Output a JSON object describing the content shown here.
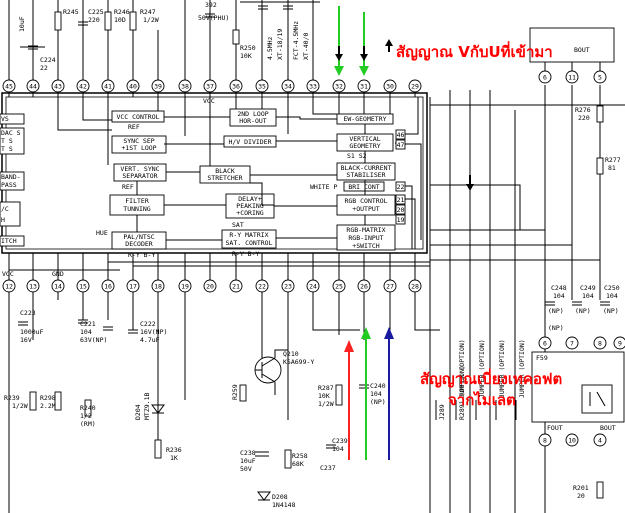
{
  "annotations": {
    "top_note": "สัญญาณ VกับUที่เข้ามา",
    "bottom_note_line1": "สัญญาณเบี่ยงเทคอฟต",
    "bottom_note_line2": "จากไมเลต"
  },
  "colors": {
    "line": "#000000",
    "note_red": "#ff0000",
    "arrow_green": "#22cc22",
    "arrow_red": "#ff2222",
    "arrow_blue": "#1a1aa0"
  },
  "ic_blocks": {
    "vcc_control": "VCC CONTROL",
    "two_loop": "2ND LOOP",
    "hor_out": "HOR-OUT",
    "ew_geometry": "EW-GEOMETRY",
    "sync_sep_1": "SYNC SEP",
    "sync_sep_2": "+1ST LOOP",
    "hv_divider": "H/V DIVIDER",
    "vertical_1": "VERTICAL",
    "vertical_2": "GEOMETRY",
    "vert_sync_1": "VERT. SYNC",
    "vert_sync_2": "SEPARATOR",
    "black_stretcher_1": "BLACK",
    "black_stretcher_2": "STRETCHER",
    "black_current_1": "BLACK-CURRENT",
    "black_current_2": "STABILISER",
    "white_p": "WHITE P",
    "bri_cont": "BRI CONT",
    "filter_1": "FILTER",
    "filter_2": "TUNNING",
    "delay_1": "DELAY+",
    "delay_2": "PEAKING",
    "delay_3": "+CORING",
    "rgb_control_1": "RGB CONTROL",
    "rgb_control_2": "+OUTPUT",
    "pal_ntsc_1": "PAL/NTSC",
    "pal_ntsc_2": "DECODER",
    "ymatrix_1": "R-Y MATRIX",
    "ymatrix_2": "SAT. CONTROL",
    "rgb_matrix_1": "RGB-MATRIX",
    "rgb_matrix_2": "RGB-INPUT",
    "rgb_matrix_3": "+SWITCH",
    "label_vcc": "VCC",
    "label_ref": "REF",
    "label_ref2": "REF",
    "label_sat": "SAT",
    "label_hue": "HUE",
    "label_s1_s2": "S1 S2",
    "label_ry_by_bot": "R-Y  B-Y",
    "label_ry_by_bot2": "R-Y  B-Y",
    "label_vcc_left": "VCC",
    "label_gnd": "GND"
  },
  "left_blocks": [
    "VS",
    "DAC S",
    "T S",
    "T S",
    "BAND-",
    "PASS",
    "/C",
    "H",
    "ITCH"
  ],
  "top_pins": [
    "45",
    "44",
    "43",
    "42",
    "41",
    "40",
    "39",
    "38",
    "37",
    "36",
    "35",
    "34",
    "33",
    "32",
    "31",
    "30",
    "29"
  ],
  "bottom_pins": [
    "12",
    "13",
    "14",
    "15",
    "16",
    "17",
    "18",
    "19",
    "20",
    "21",
    "22",
    "23",
    "24",
    "25",
    "26",
    "27",
    "28"
  ],
  "rgb_side_pins": [
    "46",
    "47",
    "22",
    "21",
    "20",
    "19"
  ],
  "components_top": [
    {
      "ref": "R245",
      "value": ""
    },
    {
      "ref": "C225",
      "value": "220"
    },
    {
      "ref": "R246",
      "value": "10D"
    },
    {
      "ref": "R247",
      "value": "1/2W"
    },
    {
      "ref": "C224",
      "value": "22"
    },
    {
      "ref": "R250",
      "value": "10K"
    },
    {
      "ref": "",
      "value": "392"
    },
    {
      "ref": "",
      "value": "50V(PHU)"
    }
  ],
  "components_bottom": [
    {
      "ref": "C221",
      "value": "104"
    },
    {
      "ref": "C222",
      "value": "4.7uF"
    },
    {
      "ref": "D204",
      "value": "MTZ9.1B"
    },
    {
      "ref": "R236",
      "value": "1K"
    },
    {
      "ref": "Q210",
      "value": "KSA699-Y"
    },
    {
      "ref": "R287",
      "value": "10K"
    },
    {
      "ref": "C240",
      "value": "104"
    },
    {
      "ref": "C239",
      "value": "104"
    },
    {
      "ref": "C238",
      "value": "10uF"
    },
    {
      "ref": "R258",
      "value": "68K"
    },
    {
      "ref": "D208",
      "value": "1N4148"
    },
    {
      "ref": "R239",
      "value": "1/2W"
    },
    {
      "ref": "R298",
      "value": "2.2M"
    }
  ],
  "components_right": [
    {
      "ref": "R276",
      "value": "220"
    },
    {
      "ref": "R277",
      "value": "81"
    },
    {
      "ref": "C248",
      "value": "104"
    },
    {
      "ref": "C249",
      "value": "104"
    },
    {
      "ref": "C250",
      "value": "104"
    },
    {
      "ref": "R201",
      "value": "20"
    }
  ],
  "right_pins_top": [
    "6",
    "11",
    "5"
  ],
  "right_pins_mid": [
    "6",
    "7",
    "8",
    "9"
  ],
  "right_pins_bot": [
    "8",
    "10",
    "4"
  ],
  "jumpers": [
    "JUMPER (OPTION)",
    "JUMPER (OPTION)",
    "JUMPER (OPTION)",
    "JUMPER (OPTION)",
    "JUMPER (OPTION)"
  ],
  "misc_labels": {
    "r2891": "R2891 (OPTION)",
    "r289": "J289",
    "np": "(NP)",
    "np2": "(NP)",
    "np3": "(NP)",
    "np4": "(NP)",
    "f_out": "FOUT",
    "b_out": "BOUT"
  }
}
